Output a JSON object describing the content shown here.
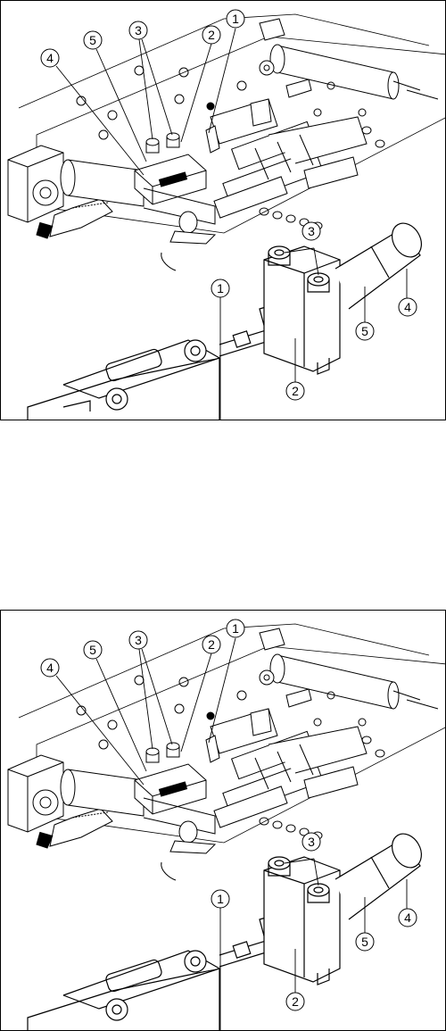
{
  "figure": {
    "panels": [
      {
        "id": "top",
        "callouts": {
          "c1_assembly": "1",
          "c2_assembly": "2",
          "c3_assembly": "3",
          "c4_assembly": "4",
          "c5_assembly": "5",
          "c1_detail": "1",
          "c2_detail": "2",
          "c3_detail": "3",
          "c4_detail": "4",
          "c5_detail": "5"
        }
      },
      {
        "id": "bottom",
        "callouts": {
          "c1_assembly": "1",
          "c2_assembly": "2",
          "c3_assembly": "3",
          "c4_assembly": "4",
          "c5_assembly": "5",
          "c1_detail": "1",
          "c2_detail": "2",
          "c3_detail": "3",
          "c4_detail": "4",
          "c5_detail": "5"
        }
      }
    ]
  },
  "colors": {
    "line": "#000000",
    "background": "#ffffff"
  }
}
